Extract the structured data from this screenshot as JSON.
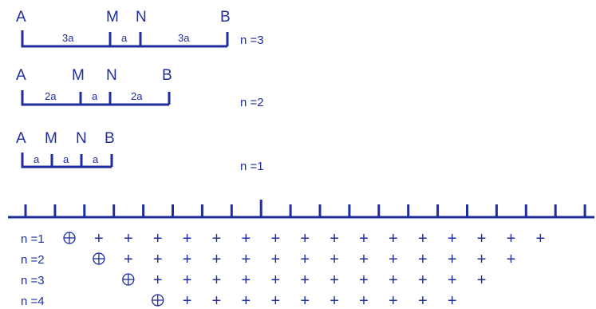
{
  "colors": {
    "ink": "#1f2e9c",
    "background": "#ffffff"
  },
  "configurations": [
    {
      "id": "n3",
      "n_label": "n =3",
      "points": [
        "A",
        "M",
        "N",
        "B"
      ],
      "segments": [
        "3a",
        "a",
        "3a"
      ]
    },
    {
      "id": "n2",
      "n_label": "n =2",
      "points": [
        "A",
        "M",
        "N",
        "B"
      ],
      "segments": [
        "2a",
        "a",
        "2a"
      ]
    },
    {
      "id": "n1",
      "n_label": "n =1",
      "points": [
        "A",
        "M",
        "N",
        "B"
      ],
      "segments": [
        "a",
        "a",
        "a"
      ]
    }
  ],
  "electrode_line": {
    "electrode_count": 20
  },
  "measurement_rows": [
    {
      "label": "n =1",
      "start_index": 0,
      "plus_count": 16
    },
    {
      "label": "n =2",
      "start_index": 1,
      "plus_count": 14
    },
    {
      "label": "n =3",
      "start_index": 2,
      "plus_count": 12
    },
    {
      "label": "n =4",
      "start_index": 3,
      "plus_count": 10
    }
  ],
  "symbols": {
    "center_marker": "circle-plus-icon",
    "plus_marker": "plus-icon",
    "plus_glyph": "+"
  }
}
